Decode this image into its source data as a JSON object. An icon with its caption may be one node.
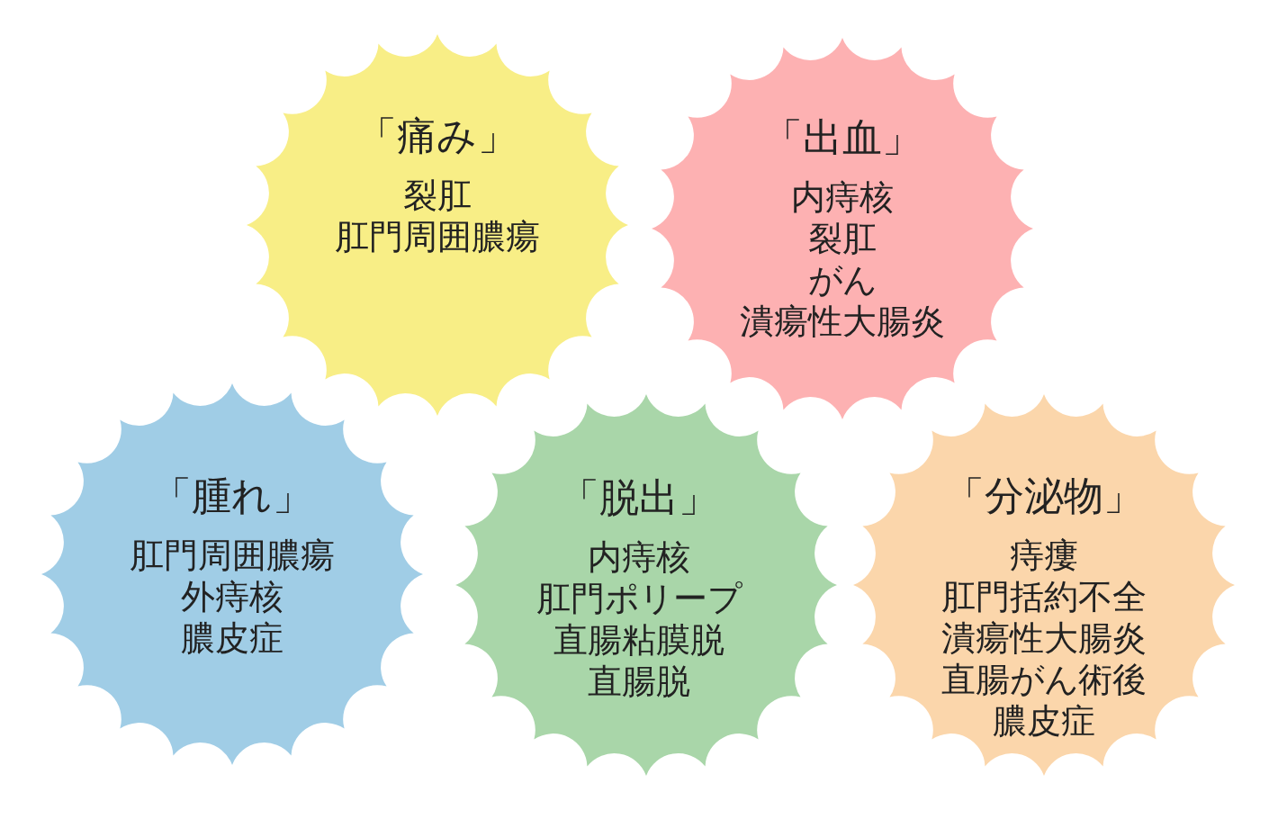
{
  "diagram": {
    "nodes": [
      {
        "text": [
          "「痛み」",
          "裂肛",
          "肛門周囲膿瘍"
        ]
      },
      {
        "text": [
          "「出血」",
          "内痔核",
          "裂肛",
          "がん",
          "潰瘍性大腸炎"
        ]
      },
      {
        "text": [
          "「腫れ」",
          "肛門周囲膿瘍",
          "外痔核",
          "膿皮症"
        ]
      },
      {
        "text": [
          "「脱出」",
          "内痔核",
          "肛門ポリープ",
          "直腸粘膜脱",
          "直腸脱"
        ]
      },
      {
        "text": [
          "「分泌物」",
          "痔瘻",
          "肛門括約不全",
          "潰瘍性大腸炎",
          "直腸がん術後",
          "膿皮症"
        ]
      }
    ]
  }
}
